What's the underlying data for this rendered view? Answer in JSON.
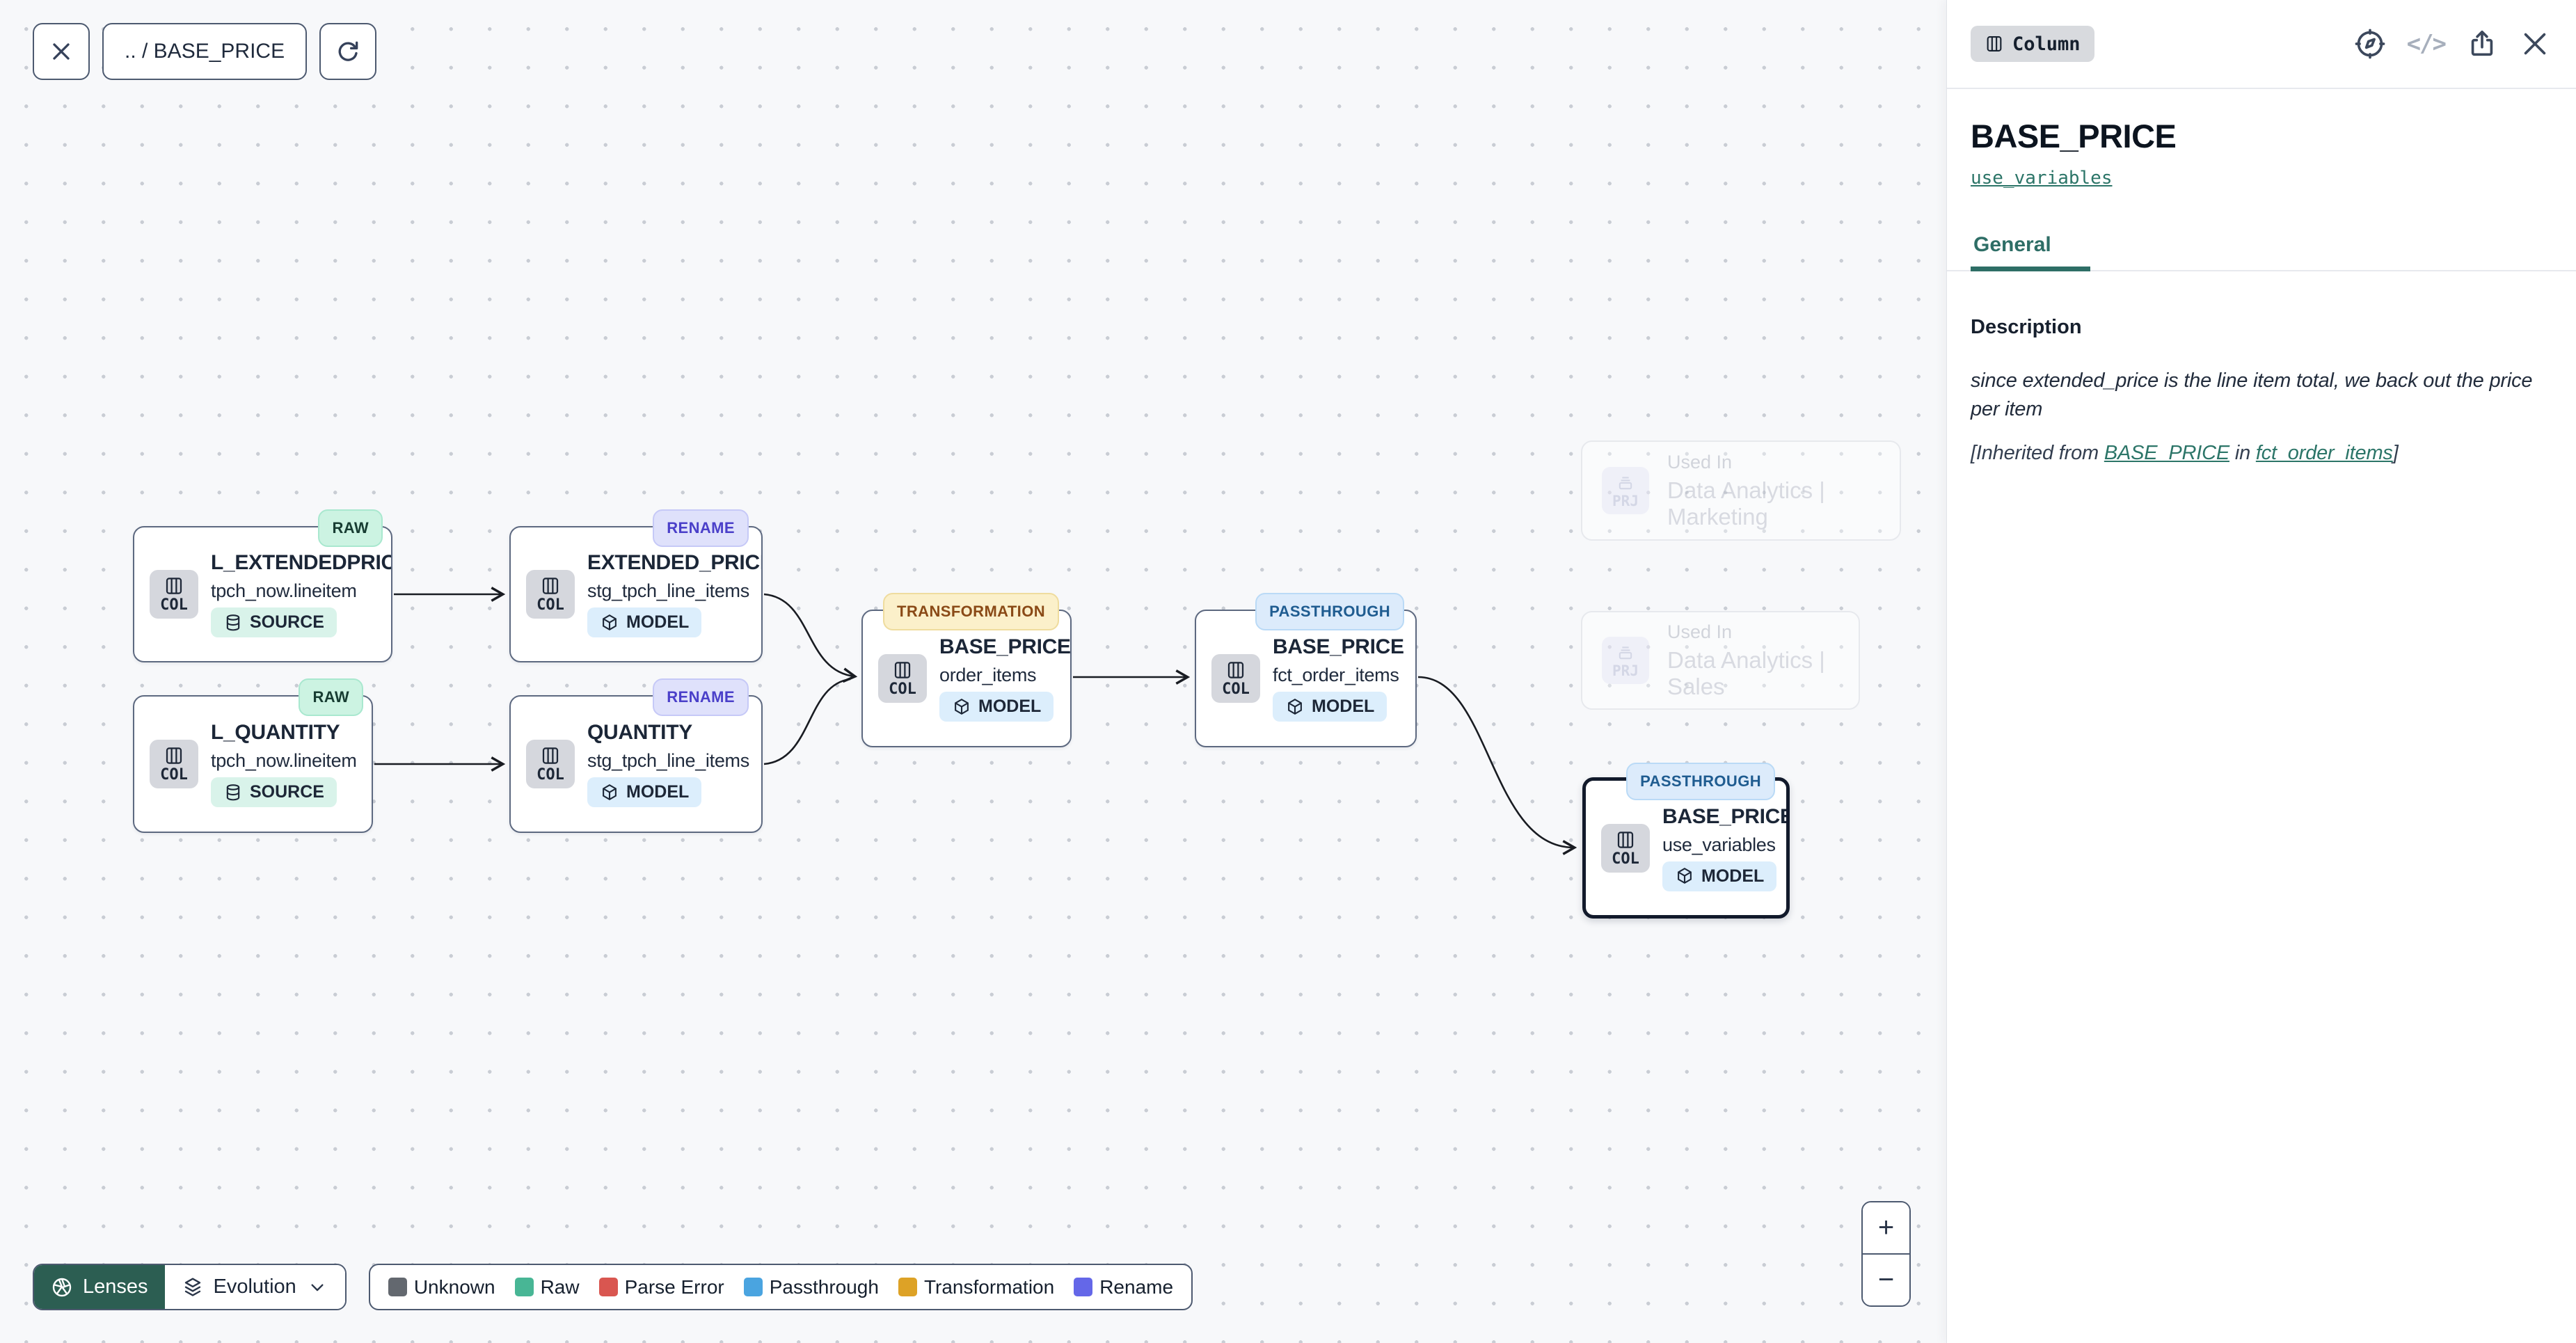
{
  "toolbar": {
    "breadcrumb": ".. / BASE_PRICE",
    "close_icon": "close-icon",
    "refresh_icon": "refresh-icon"
  },
  "canvas": {
    "nodes": [
      {
        "badge": "RAW",
        "name": "L_EXTENDEDPRICE",
        "table": "tpch_now.lineitem",
        "entity": "COL",
        "type": "SOURCE"
      },
      {
        "badge": "RENAME",
        "name": "EXTENDED_PRICE",
        "table": "stg_tpch_line_items",
        "entity": "COL",
        "type": "MODEL"
      },
      {
        "badge": "RAW",
        "name": "L_QUANTITY",
        "table": "tpch_now.lineitem",
        "entity": "COL",
        "type": "SOURCE"
      },
      {
        "badge": "RENAME",
        "name": "QUANTITY",
        "table": "stg_tpch_line_items",
        "entity": "COL",
        "type": "MODEL"
      },
      {
        "badge": "TRANSFORMATION",
        "name": "BASE_PRICE",
        "table": "order_items",
        "entity": "COL",
        "type": "MODEL"
      },
      {
        "badge": "PASSTHROUGH",
        "name": "BASE_PRICE",
        "table": "fct_order_items",
        "entity": "COL",
        "type": "MODEL"
      },
      {
        "badge": "PASSTHROUGH",
        "name": "BASE_PRICE",
        "table": "use_variables",
        "entity": "COL",
        "type": "MODEL",
        "selected": true
      }
    ],
    "used_in": [
      {
        "entity": "PRJ",
        "label": "Used In",
        "project": "Data Analytics | Marketing"
      },
      {
        "entity": "PRJ",
        "label": "Used In",
        "project": "Data Analytics | Sales"
      }
    ],
    "edges": [
      {
        "from": "tpch_now.lineitem.L_EXTENDEDPRICE",
        "to": "stg_tpch_line_items.EXTENDED_PRICE"
      },
      {
        "from": "tpch_now.lineitem.L_QUANTITY",
        "to": "stg_tpch_line_items.QUANTITY"
      },
      {
        "from": "stg_tpch_line_items.EXTENDED_PRICE",
        "to": "order_items.BASE_PRICE"
      },
      {
        "from": "stg_tpch_line_items.QUANTITY",
        "to": "order_items.BASE_PRICE"
      },
      {
        "from": "order_items.BASE_PRICE",
        "to": "fct_order_items.BASE_PRICE"
      },
      {
        "from": "fct_order_items.BASE_PRICE",
        "to": "use_variables.BASE_PRICE"
      }
    ]
  },
  "controls": {
    "lenses_label": "Lenses",
    "lens_selected": "Evolution",
    "legend": [
      {
        "label": "Unknown",
        "color": "#63686f"
      },
      {
        "label": "Raw",
        "color": "#48b695"
      },
      {
        "label": "Parse Error",
        "color": "#d95650"
      },
      {
        "label": "Passthrough",
        "color": "#4aa4e0"
      },
      {
        "label": "Transformation",
        "color": "#dda226"
      },
      {
        "label": "Rename",
        "color": "#6467e8"
      }
    ],
    "zoom_in": "+",
    "zoom_out": "−"
  },
  "panel": {
    "chip": "Column",
    "code_icon_glyph": "</>",
    "title": "BASE_PRICE",
    "subtitle_link": "use_variables",
    "tabs": [
      {
        "label": "General",
        "active": true
      }
    ],
    "description": {
      "heading": "Description",
      "body": "since extended_price is the line item total, we back out the price per item",
      "inherited_prefix": "[Inherited from ",
      "inherited_column_link": "BASE_PRICE",
      "inherited_middle": " in ",
      "inherited_model_link": "fct_order_items",
      "inherited_suffix": "]"
    }
  }
}
